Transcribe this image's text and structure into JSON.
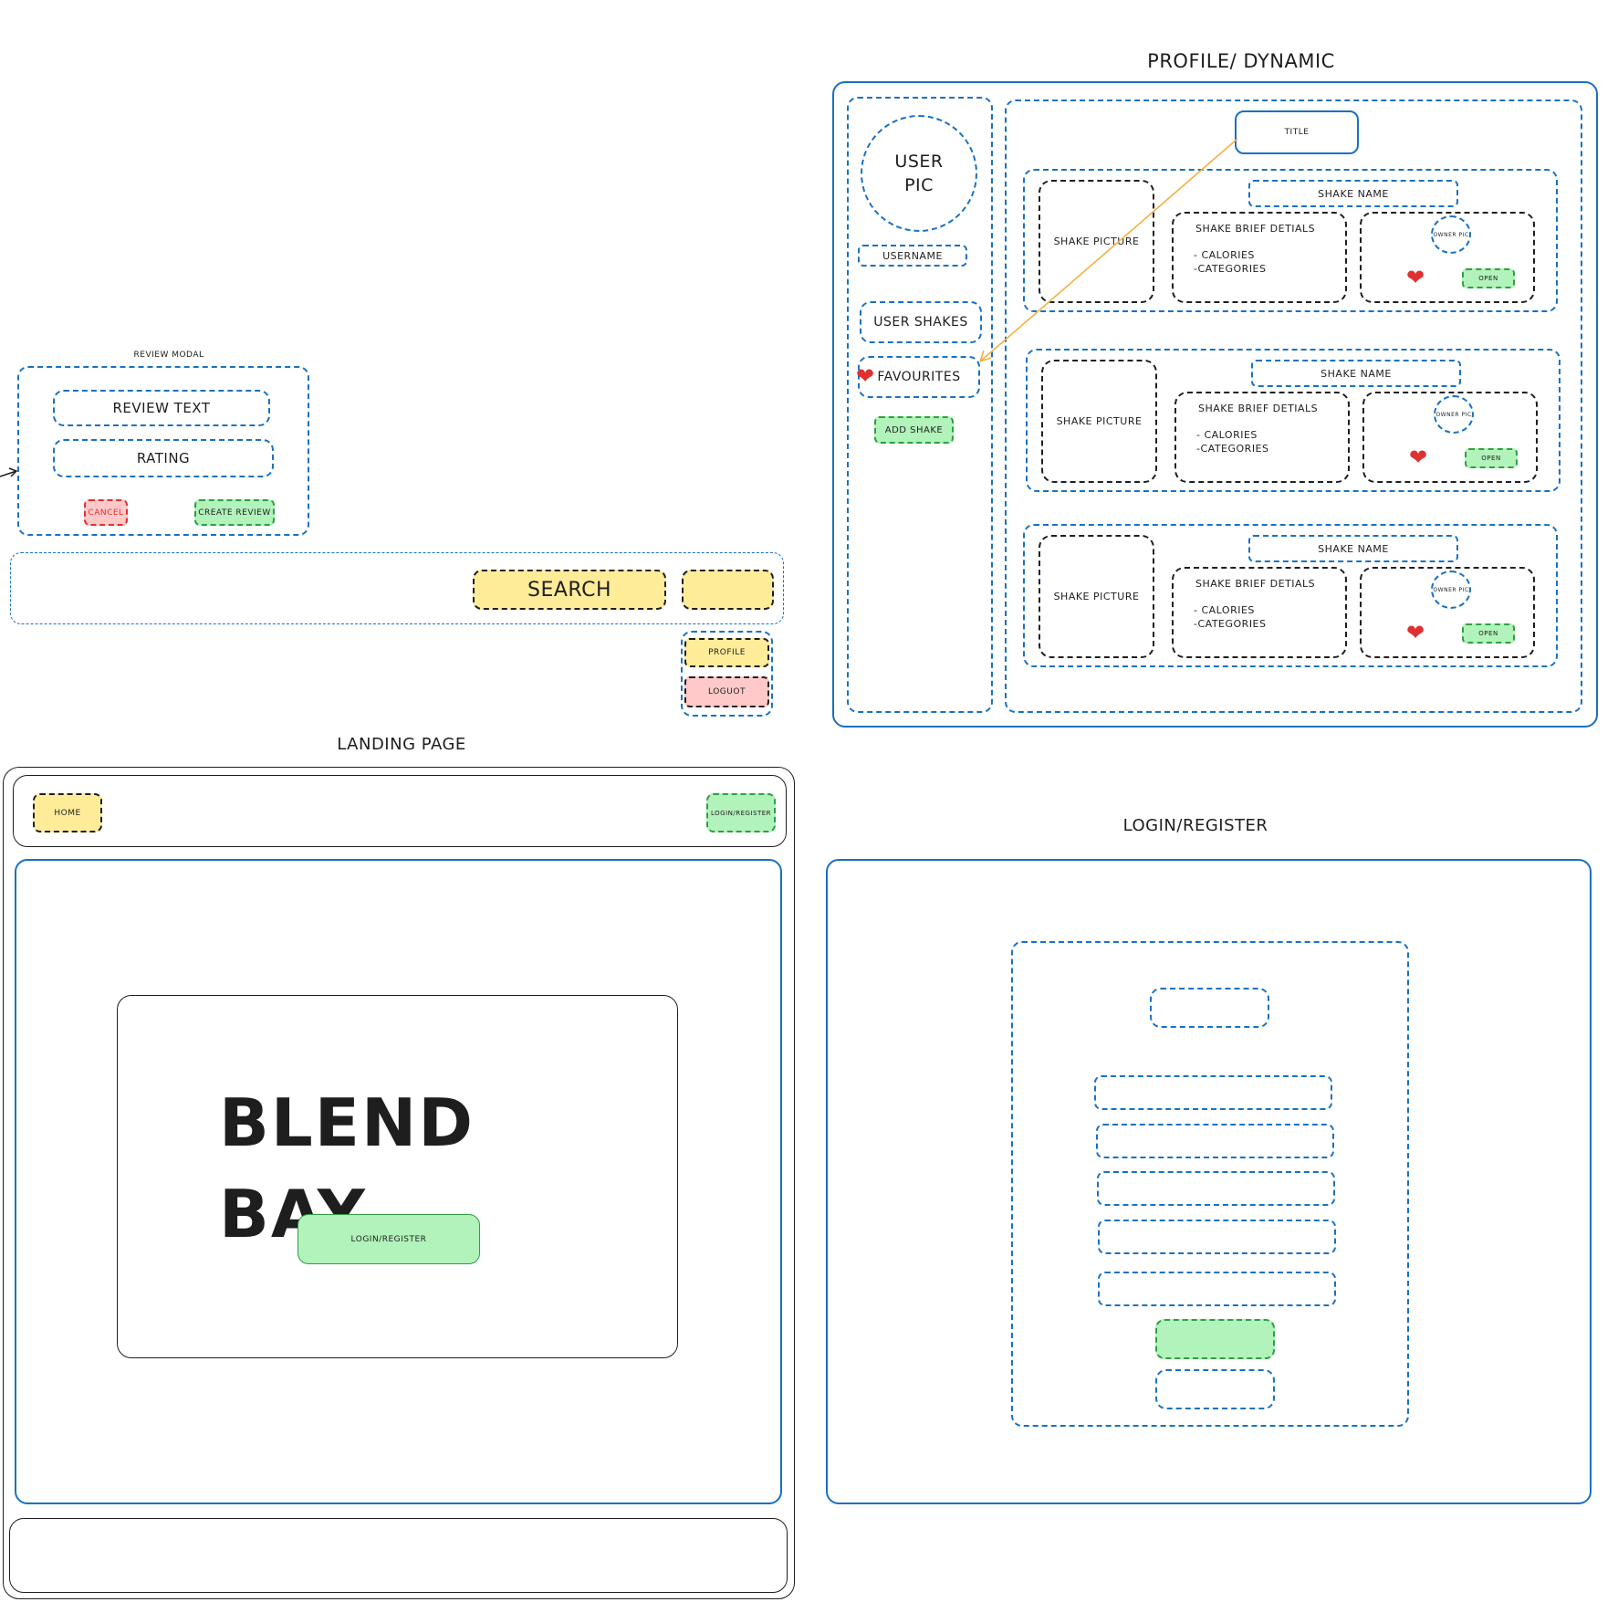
{
  "review_modal": {
    "title": "REVIEW MODAL",
    "review_text": "REVIEW TEXT",
    "rating": "RATING",
    "cancel": "CANCEL",
    "create_review": "CREATE REVIEW"
  },
  "search_bar": {
    "search": "SEARCH",
    "profile": "PROFILE",
    "logout": "LOGUOT"
  },
  "profile": {
    "heading": "PROFILE/ DYNAMIC",
    "user_pic": "USER PIC",
    "username": "USERNAME",
    "user_shakes": "USER SHAKES",
    "favourites": "FAVOURITES",
    "add_shake": "ADD SHAKE",
    "title": "TITLE",
    "shakes": [
      {
        "name": "SHAKE NAME",
        "picture": "SHAKE PICTURE",
        "brief": "SHAKE BRIEF DETIALS",
        "calories": "- CALORIES",
        "categories": "-CATEGORIES",
        "owner_pic": "OWNER PIC",
        "open": "OPEN"
      },
      {
        "name": "SHAKE NAME",
        "picture": "SHAKE PICTURE",
        "brief": "SHAKE BRIEF DETIALS",
        "calories": "- CALORIES",
        "categories": "-CATEGORIES",
        "owner_pic": "OWNER PIC",
        "open": "OPEN"
      },
      {
        "name": "SHAKE NAME",
        "picture": "SHAKE PICTURE",
        "brief": "SHAKE BRIEF DETIALS",
        "calories": "- CALORIES",
        "categories": "-CATEGORIES",
        "owner_pic": "OWNER PIC",
        "open": "OPEN"
      }
    ]
  },
  "landing": {
    "heading": "LANDING PAGE",
    "home": "HOME",
    "nav_login": "LOGIN/REGISTER",
    "brand": "BLEND BAY",
    "cta_login": "LOGIN/REGISTER"
  },
  "login": {
    "heading": "LOGIN/REGISTER"
  },
  "colors": {
    "blue": "#1971c2",
    "yellow": "#ffec99",
    "green": "#b2f2bb",
    "red": "#ffc9c9",
    "heart": "#e03131",
    "arrow": "#f5b041"
  }
}
